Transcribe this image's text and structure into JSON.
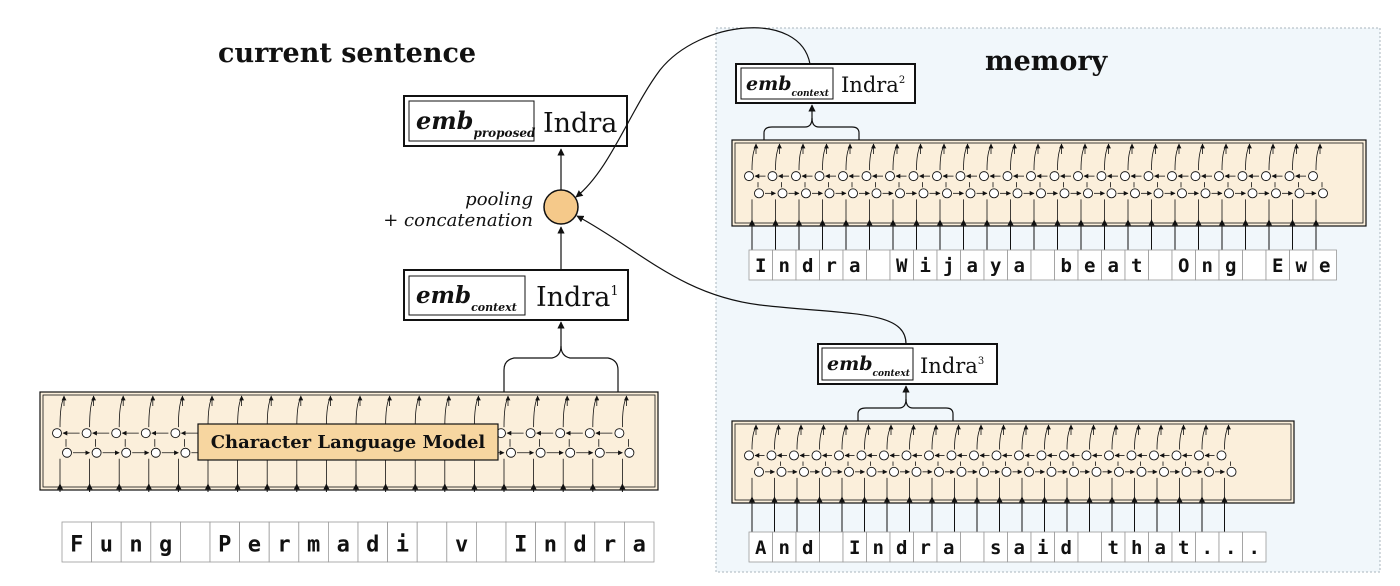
{
  "sections": {
    "current_title": "current sentence",
    "memory_title": "memory"
  },
  "pooling": {
    "line1": "pooling",
    "line2": "+ concatenation"
  },
  "embeddings": {
    "proposed": {
      "tag": "emb",
      "sub": "proposed",
      "word": "Indra",
      "sup": ""
    },
    "context_main": {
      "tag": "emb",
      "sub": "context",
      "word": "Indra",
      "sup": "1"
    },
    "context_mem1": {
      "tag": "emb",
      "sub": "context",
      "word": "Indra",
      "sup": "2"
    },
    "context_mem2": {
      "tag": "emb",
      "sub": "context",
      "word": "Indra",
      "sup": "3"
    }
  },
  "lm_label": "Character Language Model",
  "sentences": {
    "main": [
      "F",
      "u",
      "n",
      "g",
      " ",
      "P",
      "e",
      "r",
      "m",
      "a",
      "d",
      "i",
      " ",
      "v",
      " ",
      "I",
      "n",
      "d",
      "r",
      "a"
    ],
    "mem1": [
      "I",
      "n",
      "d",
      "r",
      "a",
      " ",
      "W",
      "i",
      "j",
      "a",
      "y",
      "a",
      " ",
      "b",
      "e",
      "a",
      "t",
      " ",
      "O",
      "n",
      "g",
      " ",
      "E",
      "w",
      "e"
    ],
    "mem2": [
      "A",
      "n",
      "d",
      " ",
      "I",
      "n",
      "d",
      "r",
      "a",
      " ",
      "s",
      "a",
      "i",
      "d",
      " ",
      "t",
      "h",
      "a",
      "t",
      ".",
      ".",
      "."
    ]
  },
  "colors": {
    "lm_fill": "#fbefdb",
    "lm_label_fill": "#f7d6a0",
    "pool_fill": "#f5c98a",
    "memory_bg": "#f1f7fb",
    "memory_border": "#a9b4bc",
    "ink": "#111111"
  }
}
